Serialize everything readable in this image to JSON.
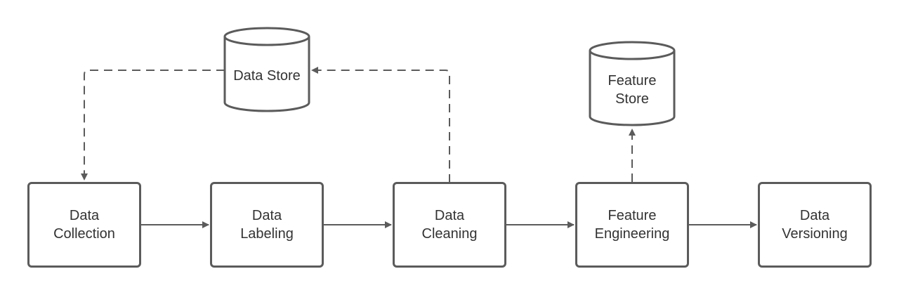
{
  "diagram": {
    "nodes": {
      "data_collection": {
        "line1": "Data",
        "line2": "Collection"
      },
      "data_labeling": {
        "line1": "Data",
        "line2": "Labeling"
      },
      "data_cleaning": {
        "line1": "Data",
        "line2": "Cleaning"
      },
      "feature_engineering": {
        "line1": "Feature",
        "line2": "Engineering"
      },
      "data_versioning": {
        "line1": "Data",
        "line2": "Versioning"
      }
    },
    "stores": {
      "data_store": {
        "line1": "Data Store"
      },
      "feature_store": {
        "line1": "Feature",
        "line2": "Store"
      }
    },
    "edges": [
      {
        "from": "data_collection",
        "to": "data_labeling",
        "style": "solid"
      },
      {
        "from": "data_labeling",
        "to": "data_cleaning",
        "style": "solid"
      },
      {
        "from": "data_cleaning",
        "to": "feature_engineering",
        "style": "solid"
      },
      {
        "from": "feature_engineering",
        "to": "data_versioning",
        "style": "solid"
      },
      {
        "from": "data_cleaning",
        "to": "data_store",
        "style": "dashed"
      },
      {
        "from": "data_store",
        "to": "data_collection",
        "style": "dashed"
      },
      {
        "from": "feature_engineering",
        "to": "feature_store",
        "style": "dashed"
      }
    ],
    "colors": {
      "stroke": "#5b5b5b",
      "text": "#333333",
      "background": "#ffffff"
    }
  }
}
